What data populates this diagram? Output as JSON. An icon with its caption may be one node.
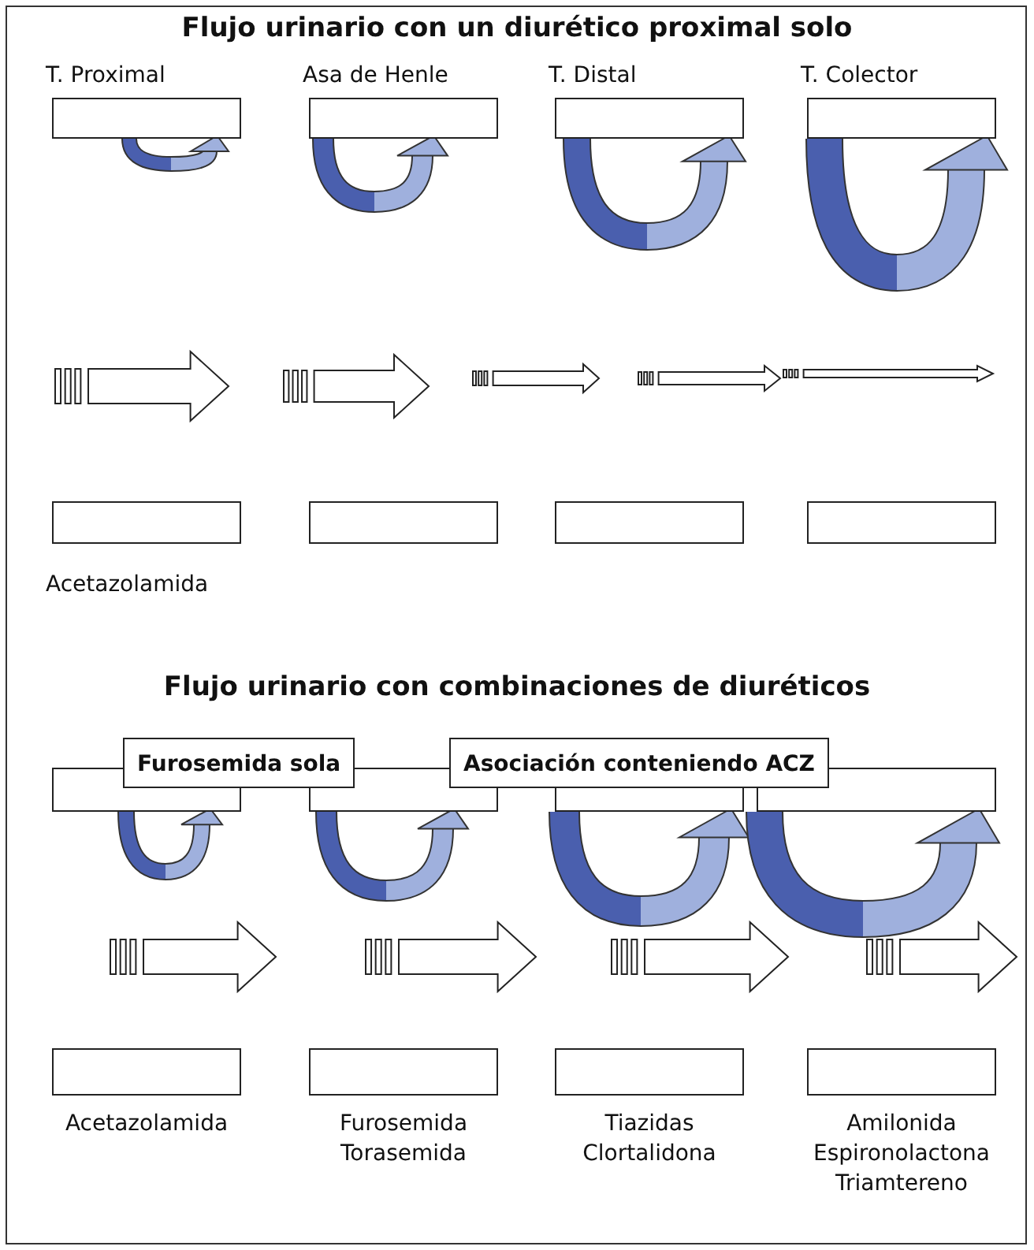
{
  "diagram": {
    "title": "Flujo urinario con un diurético proximal solo",
    "nodes": [
      {
        "text": [
          "T. Proximal"
        ]
      },
      {
        "text": [
          "Asa de Henle"
        ]
      },
      {
        "text": [
          "T. Distal"
        ]
      },
      {
        "text": [
          "T. Colector"
        ]
      },
      {
        "text": [],
        "shape": "box",
        "beside": [
          "Acetazolamida"
        ]
      },
      {
        "text": [],
        "shape": "box"
      },
      {
        "text": [],
        "shape": "box"
      },
      {
        "text": [],
        "shape": "box"
      },
      {
        "text": [],
        "shape": "box"
      },
      {
        "text": [],
        "shape": "box"
      },
      {
        "text": [],
        "shape": "box"
      },
      {
        "text": [],
        "shape": "box"
      },
      {
        "text": [
          "Furosemida sola"
        ]
      },
      {
        "text": [
          "Asociación conteniendo ACZ"
        ]
      },
      {
        "text": [],
        "shape": "box",
        "beside": [
          "Acetazolamida"
        ]
      },
      {
        "text": [],
        "shape": "box",
        "beside": [
          "Furosemida",
          "Torasemida"
        ]
      },
      {
        "text": [],
        "shape": "box",
        "beside": [
          "Tiazidas",
          "Clortalidona"
        ]
      },
      {
        "text": [],
        "shape": "box",
        "beside": [
          "Amilonida",
          "Espironolactona",
          "Triamtereno"
        ]
      }
    ],
    "labels": [
      "Flujo urinario con combinaciones de diuréticos"
    ]
  }
}
